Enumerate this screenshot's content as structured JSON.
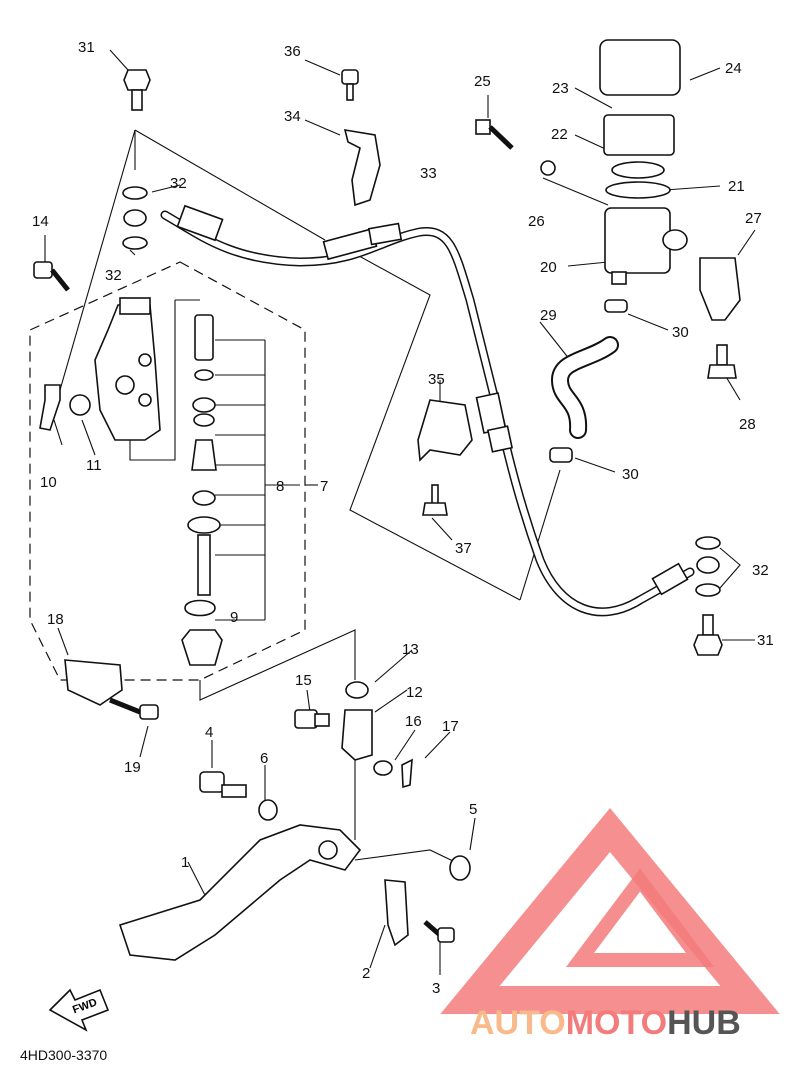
{
  "diagram_code": "4HD300-3370",
  "fwd_label": "FWD",
  "watermark": {
    "part1": "AUTO",
    "part2": "MOTO",
    "part3": "HUB",
    "color_red": "#f47b7b",
    "color_orange": "#f9b98a",
    "color_gray": "#555555"
  },
  "callouts": {
    "c1": "1",
    "c2": "2",
    "c3": "3",
    "c4": "4",
    "c5": "5",
    "c6": "6",
    "c7": "7",
    "c8": "8",
    "c9": "9",
    "c10": "10",
    "c11": "11",
    "c12": "12",
    "c13": "13",
    "c14": "14",
    "c15": "15",
    "c16": "16",
    "c17": "17",
    "c18": "18",
    "c19": "19",
    "c20": "20",
    "c21": "21",
    "c22": "22",
    "c23": "23",
    "c24": "24",
    "c25": "25",
    "c26": "26",
    "c27": "27",
    "c28": "28",
    "c29": "29",
    "c30a": "30",
    "c30b": "30",
    "c31a": "31",
    "c31b": "31",
    "c32a": "32",
    "c32b": "32",
    "c32c": "32",
    "c33": "33",
    "c34": "34",
    "c35": "35",
    "c36": "36",
    "c37": "37"
  }
}
